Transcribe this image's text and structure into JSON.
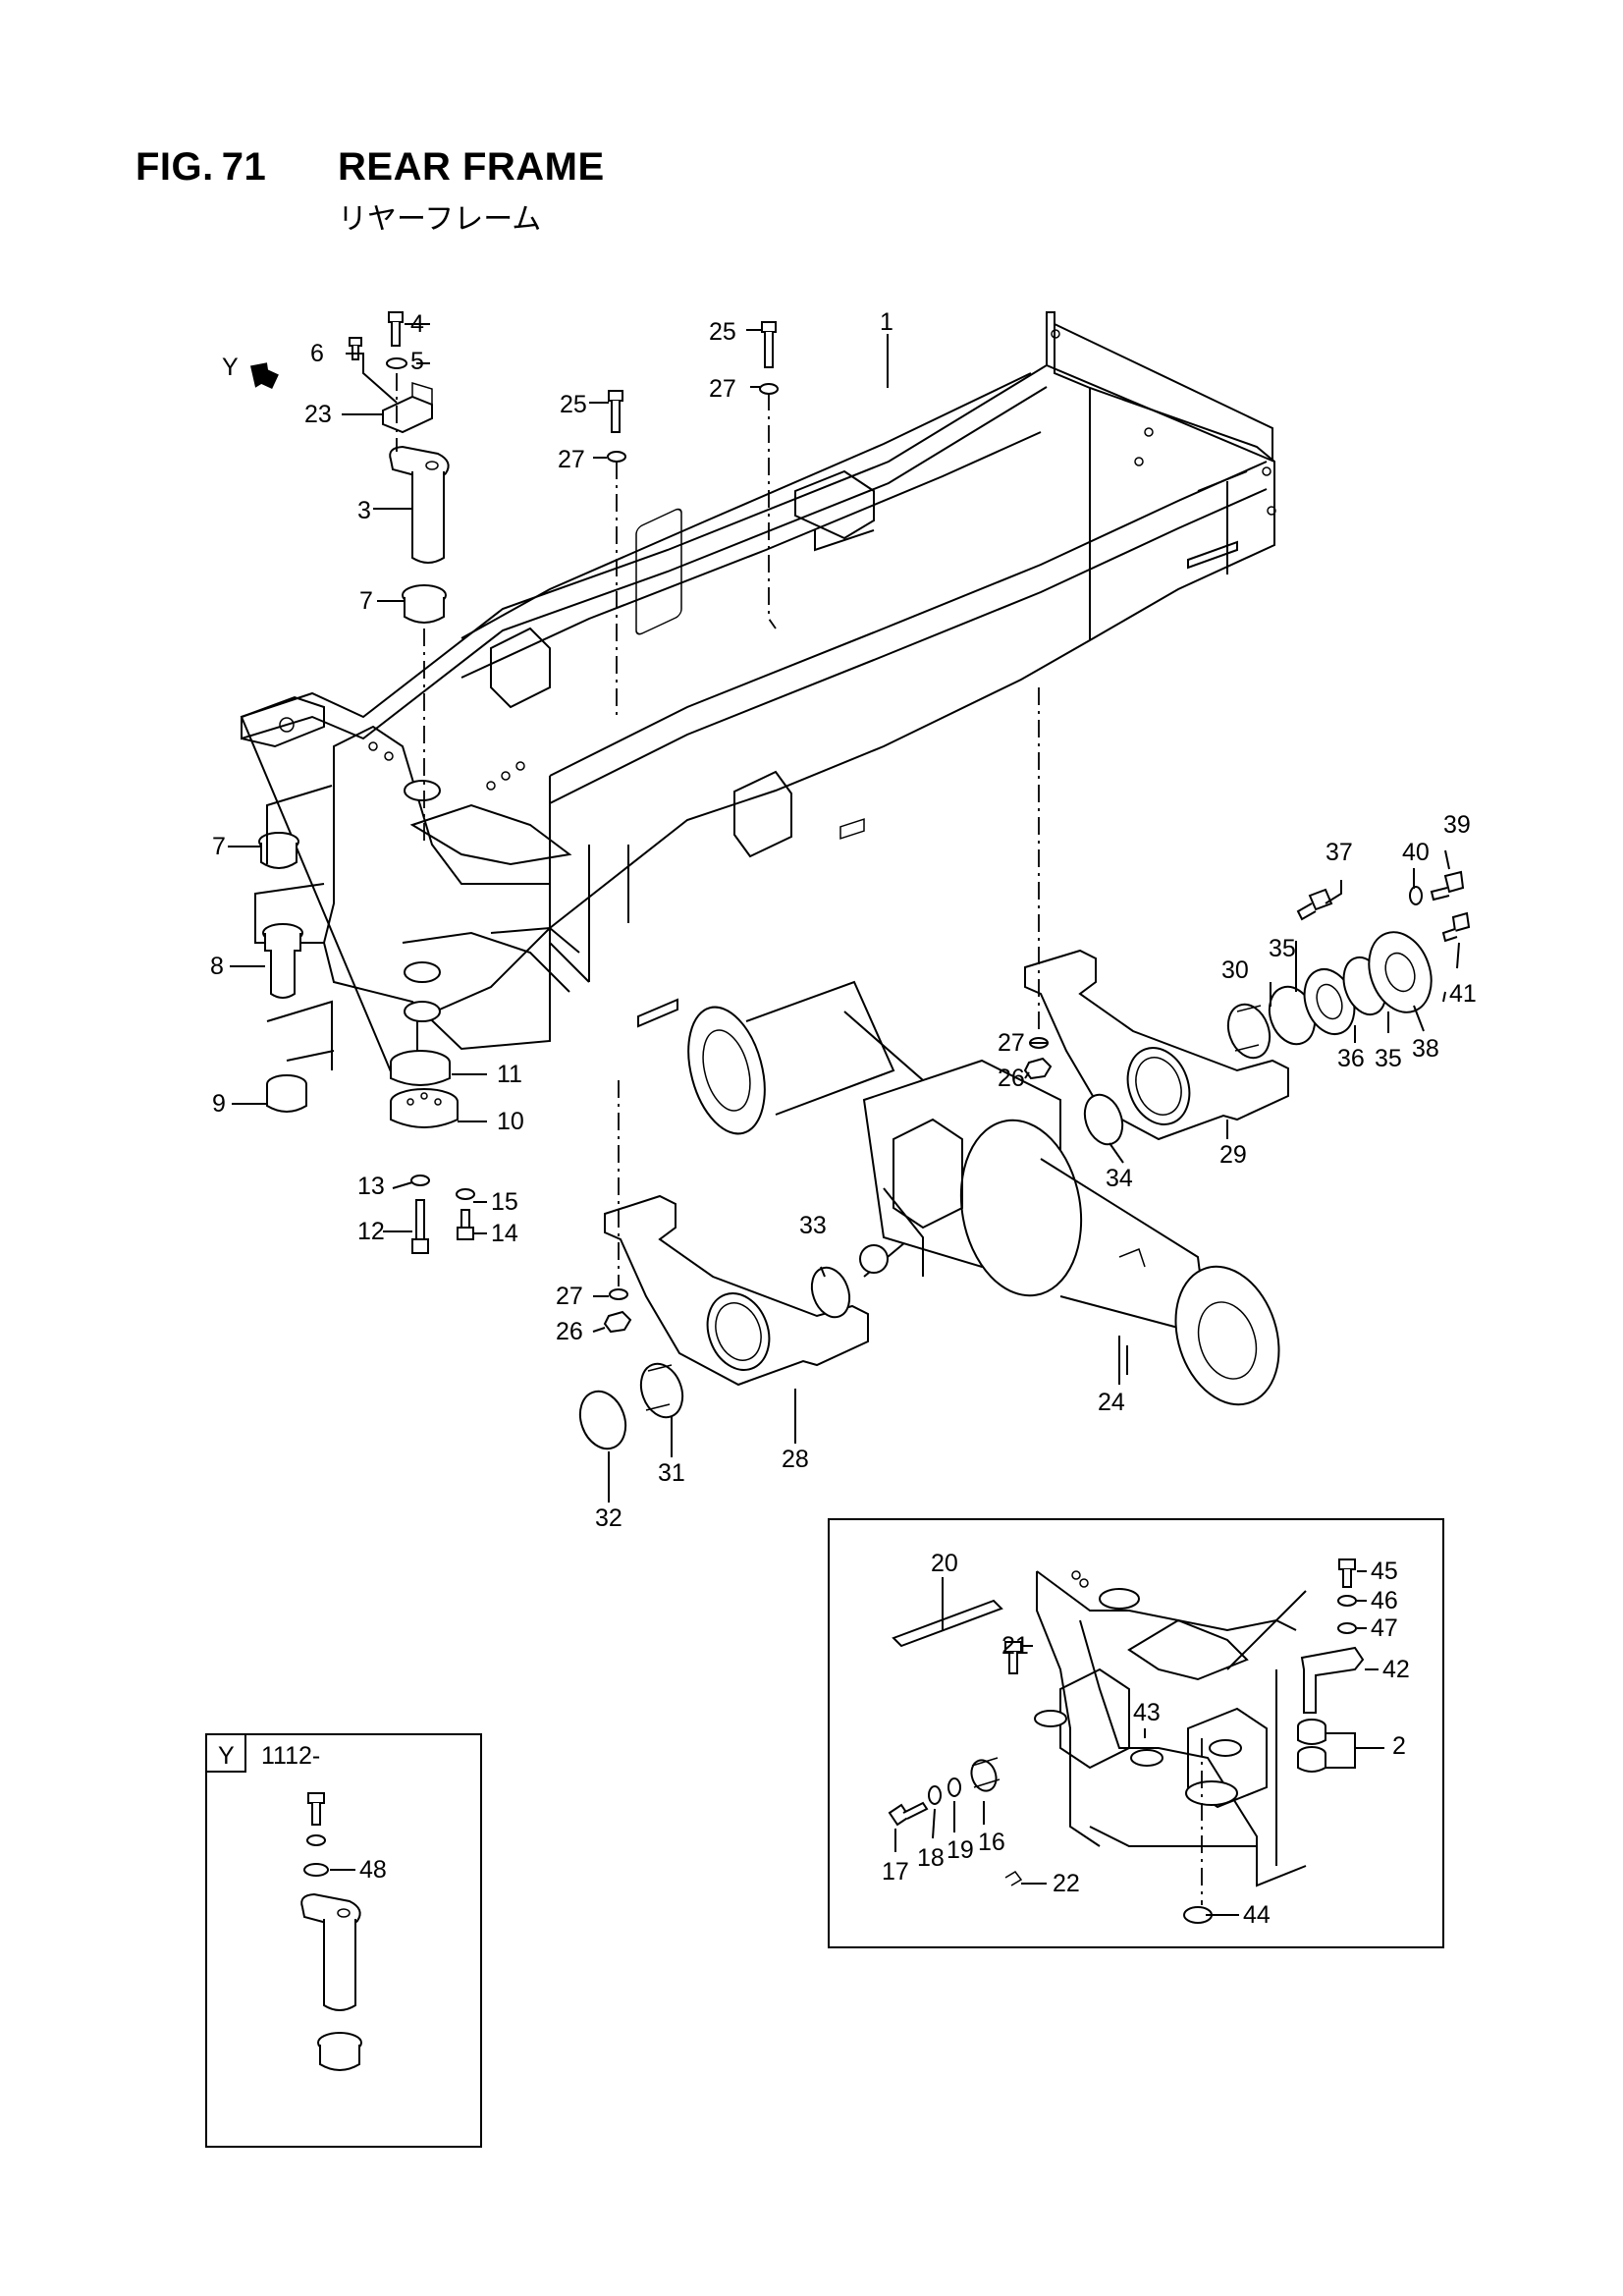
{
  "header": {
    "fig_label": "FIG.",
    "fig_number": "71",
    "title": "REAR FRAME",
    "subtitle": "リヤーフレーム"
  },
  "view_marker": "Y",
  "callouts": [
    {
      "id": "c1",
      "label": "1"
    },
    {
      "id": "c2",
      "label": "2"
    },
    {
      "id": "c3",
      "label": "3"
    },
    {
      "id": "c4",
      "label": "4"
    },
    {
      "id": "c5",
      "label": "5"
    },
    {
      "id": "c6",
      "label": "6"
    },
    {
      "id": "c7a",
      "label": "7"
    },
    {
      "id": "c7b",
      "label": "7"
    },
    {
      "id": "c8",
      "label": "8"
    },
    {
      "id": "c9",
      "label": "9"
    },
    {
      "id": "c10",
      "label": "10"
    },
    {
      "id": "c11",
      "label": "11"
    },
    {
      "id": "c12",
      "label": "12"
    },
    {
      "id": "c13",
      "label": "13"
    },
    {
      "id": "c14",
      "label": "14"
    },
    {
      "id": "c15",
      "label": "15"
    },
    {
      "id": "c16",
      "label": "16"
    },
    {
      "id": "c17",
      "label": "17"
    },
    {
      "id": "c18",
      "label": "18"
    },
    {
      "id": "c19",
      "label": "19"
    },
    {
      "id": "c20",
      "label": "20"
    },
    {
      "id": "c21",
      "label": "21"
    },
    {
      "id": "c22",
      "label": "22"
    },
    {
      "id": "c23",
      "label": "23"
    },
    {
      "id": "c24",
      "label": "24"
    },
    {
      "id": "c25a",
      "label": "25"
    },
    {
      "id": "c25b",
      "label": "25"
    },
    {
      "id": "c26a",
      "label": "26"
    },
    {
      "id": "c26b",
      "label": "26"
    },
    {
      "id": "c27a",
      "label": "27"
    },
    {
      "id": "c27b",
      "label": "27"
    },
    {
      "id": "c27c",
      "label": "27"
    },
    {
      "id": "c27d",
      "label": "27"
    },
    {
      "id": "c28",
      "label": "28"
    },
    {
      "id": "c29",
      "label": "29"
    },
    {
      "id": "c30",
      "label": "30"
    },
    {
      "id": "c31",
      "label": "31"
    },
    {
      "id": "c32",
      "label": "32"
    },
    {
      "id": "c33",
      "label": "33"
    },
    {
      "id": "c34",
      "label": "34"
    },
    {
      "id": "c35a",
      "label": "35"
    },
    {
      "id": "c35b",
      "label": "35"
    },
    {
      "id": "c36",
      "label": "36"
    },
    {
      "id": "c37",
      "label": "37"
    },
    {
      "id": "c38",
      "label": "38"
    },
    {
      "id": "c39",
      "label": "39"
    },
    {
      "id": "c40",
      "label": "40"
    },
    {
      "id": "c41",
      "label": "41"
    },
    {
      "id": "c42",
      "label": "42"
    },
    {
      "id": "c43",
      "label": "43"
    },
    {
      "id": "c44",
      "label": "44"
    },
    {
      "id": "c45",
      "label": "45"
    },
    {
      "id": "c46",
      "label": "46"
    },
    {
      "id": "c47",
      "label": "47"
    },
    {
      "id": "c48",
      "label": "48"
    }
  ],
  "inset_y": {
    "view_label": "Y",
    "serial_range": "1112-"
  }
}
